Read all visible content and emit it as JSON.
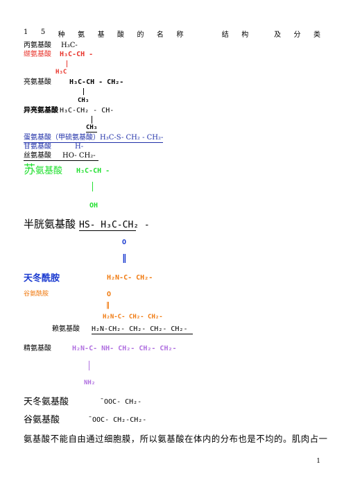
{
  "title_chars": [
    "1",
    "5",
    "种",
    "氨",
    "基",
    "酸",
    "的",
    "名",
    "称",
    "",
    "",
    "结",
    "构",
    "",
    "及",
    "分",
    "类"
  ],
  "lines": {
    "l1_name": "丙氨基酸",
    "l1_formula": "H₃C-",
    "l2_name": "缬氨基酸",
    "l2_formula": "H₃C-CH -",
    "l2_sub": "H₃C",
    "l3_name": "亮氨基酸",
    "l3_formula": "H₃C-CH - CH₂-",
    "l3_sub": "CH₃",
    "l4_name": "异亮氨基酸",
    "l4_formula": "H₃C-CH₂ - CH-",
    "l4_sub": "CH₃",
    "l5_name": "蛋氨基酸（甲硫氨基酸）",
    "l5_formula": "H₃C-S- CH₂ - CH₂-",
    "l6_name": "甘氨基酸",
    "l6_formula": "H-",
    "l7_name": "丝氨基酸",
    "l7_formula": "HO- CH₂-",
    "l8_name_big": "苏",
    "l8_name_rest": "氨基酸",
    "l8_formula": "H₃C-CH  -",
    "l8_sub": "OH",
    "l9_name": "半胱氨基酸",
    "l9_formula": "HS- H₃C-CH₂  -",
    "l9_o": "O",
    "l9_dbl": "‖",
    "l10_name": "天冬酰胺",
    "l10_formula": "H₂N-C- CH₂-",
    "l11_name": "谷氨酰胺",
    "l11_o": "O",
    "l11_dbl": "‖",
    "l11_formula": "H₂N-C- CH₂-  CH₂-",
    "l12_name": "赖氨基酸",
    "l12_formula": "H₂N-CH₂- CH₂- CH₂- CH₂-",
    "l13_name": "精氨基酸",
    "l13_formula": "H₂N-C- NH- CH₂- CH₂- CH₂-",
    "l13_sub": "NH₂",
    "l14_name": "天冬氨基酸",
    "l14_formula": "ˉOOC- CH₂-",
    "l15_name": "谷氨基酸",
    "l15_formula": "ˉOOC- CH₂-CH₂-",
    "paragraph": "氨基酸不能自由通过细胞膜，所以氨基酸在体内的分布也是不均的。肌肉占一"
  },
  "page_number": "1",
  "colors": {
    "black": "#000000",
    "red": "#e8332a",
    "blue": "#2030a8",
    "green": "#22e030",
    "orange": "#f07a10",
    "purple": "#b070e0",
    "darkblue": "#1a3ad0"
  }
}
